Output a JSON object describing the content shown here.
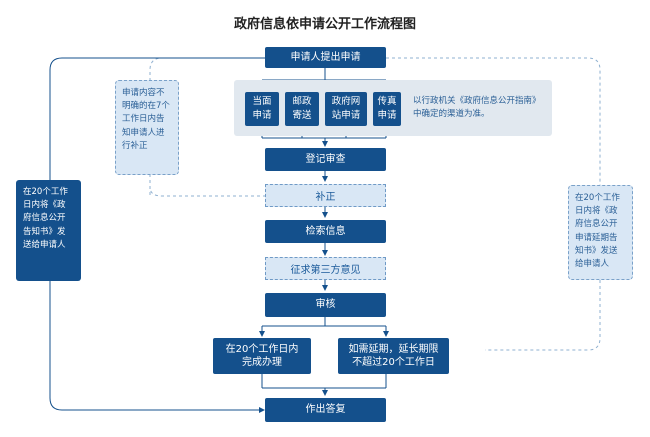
{
  "title": "政府信息依申请公开工作流程图",
  "nodes": {
    "apply": "申请人提出申请",
    "channels": [
      "当面\n申请",
      "邮政\n寄送",
      "政府网\n站申请",
      "传真\n申请"
    ],
    "channel_note": "以行政机关《政府信息公开指南》\n中确定的渠道为准。",
    "register": "登记审查",
    "supplement": "补正",
    "retrieve": "检索信息",
    "third_party": "征求第三方意见",
    "review": "审核",
    "within20": "在20个工作日内\n完成办理",
    "extension": "如需延期，延长期限\n不超过20个工作日",
    "reply": "作出答复"
  },
  "notes": {
    "left_inner": "申请内容不\n明确的在7个\n工作日内告\n知申请人进\n行补正",
    "left_outer": "在20个工作\n日内将《政\n府信息公开\n告知书》发\n送给申请人",
    "right": "在20个工作\n日内将《政\n府信息公开\n申请延期告\n知书》发送\n给申请人"
  }
}
